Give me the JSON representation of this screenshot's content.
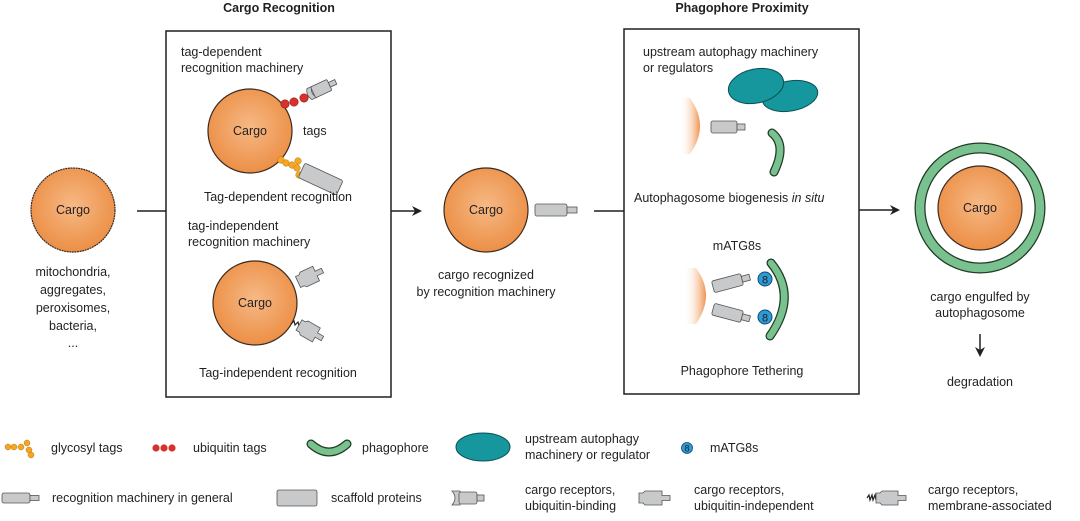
{
  "colors": {
    "cargo_fill": "#ef9a55",
    "cargo_center": "#f4b27a",
    "cargo_stroke": "#3a2a20",
    "glycosyl": "#f5a623",
    "ubiquitin": "#d7322c",
    "phagophore": "#79c28f",
    "upstream": "#16979e",
    "matg8": "#2d9bd6",
    "receptor": "#c8c9cb",
    "line": "#231f20"
  },
  "sections": {
    "cargo_recognition_title": "Cargo Recognition",
    "phagophore_proximity_title": "Phagophore Proximity"
  },
  "cargo_label": "Cargo",
  "initial": {
    "examples": [
      "mitochondria,",
      "aggregates,",
      "peroxisomes,",
      "bacteria,",
      "..."
    ]
  },
  "recognition_box": {
    "tag_dependent_machinery": [
      "tag-dependent",
      "recognition machinery"
    ],
    "tags_label": "tags",
    "tag_dependent_caption": "Tag-dependent recognition",
    "tag_independent_machinery": [
      "tag-independent",
      "recognition machinery"
    ],
    "tag_independent_caption": "Tag-independent recognition"
  },
  "recognized": {
    "caption": [
      "cargo recognized",
      "by recognition machinery"
    ]
  },
  "proximity_box": {
    "upstream_label": [
      "upstream autophagy machinery",
      "or regulators"
    ],
    "biogenesis_caption": "Autophagosome biogenesis ",
    "biogenesis_italic": "in situ",
    "matg8_label": "mATG8s",
    "matg8_glyph": "8",
    "tethering_caption": "Phagophore Tethering"
  },
  "engulfed": {
    "caption": [
      "cargo engulfed by",
      "autophagosome"
    ],
    "degradation": "degradation"
  },
  "legend": {
    "row1": [
      {
        "icon": "glycosyl-tags-icon",
        "label": "glycosyl tags"
      },
      {
        "icon": "ubiquitin-tags-icon",
        "label": "ubiquitin tags"
      },
      {
        "icon": "phagophore-icon",
        "label": "phagophore"
      },
      {
        "icon": "upstream-machinery-icon",
        "label": [
          "upstream autophagy",
          "machinery or regulator"
        ]
      },
      {
        "icon": "matg8-icon",
        "label": "mATG8s"
      }
    ],
    "row2": [
      {
        "icon": "recognition-machinery-icon",
        "label": "recognition machinery in general"
      },
      {
        "icon": "scaffold-protein-icon",
        "label": "scaffold proteins"
      },
      {
        "icon": "ubiquitin-binding-receptor-icon",
        "label": [
          "cargo receptors,",
          "ubiquitin-binding"
        ]
      },
      {
        "icon": "ubiquitin-independent-receptor-icon",
        "label": [
          "cargo receptors,",
          "ubiquitin-independent"
        ]
      },
      {
        "icon": "membrane-associated-receptor-icon",
        "label": [
          "cargo receptors,",
          "membrane-associated"
        ]
      }
    ]
  }
}
